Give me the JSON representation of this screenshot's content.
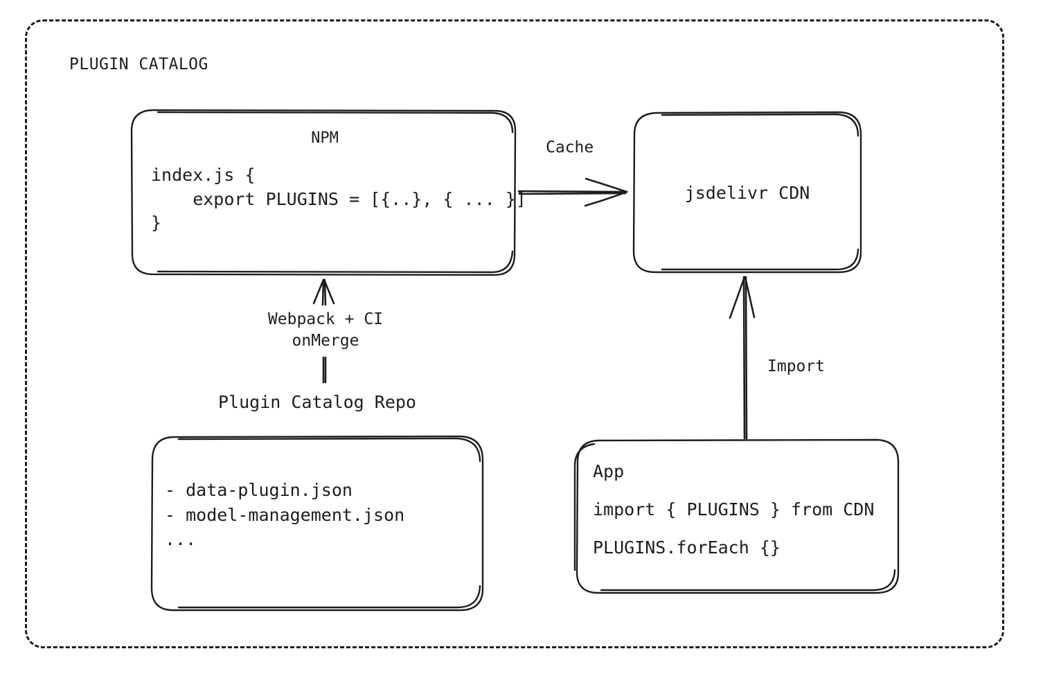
{
  "diagram": {
    "frame_title": "PLUGIN CATALOG",
    "background_color": "#ffffff",
    "stroke_color": "#1d1d1d",
    "text_color": "#1d1d1d"
  },
  "nodes": {
    "npm": {
      "title": "NPM",
      "code_lines": [
        "index.js {",
        "    export PLUGINS = [{..}, { ... }]",
        "}"
      ],
      "code_text": "index.js {\n    export PLUGINS = [{..}, { ... }]\n}"
    },
    "cdn": {
      "label": "jsdelivr CDN"
    },
    "repo": {
      "caption": "Plugin Catalog Repo",
      "items": [
        "- data-plugin.json",
        "- model-management.json",
        "..."
      ],
      "items_text": "- data-plugin.json\n- model-management.json\n..."
    },
    "app": {
      "title": "App",
      "line1": "import { PLUGINS } from CDN",
      "line2": "PLUGINS.forEach {}"
    }
  },
  "edges": {
    "cache": {
      "label": "Cache",
      "from": "npm",
      "to": "cdn",
      "direction": "right"
    },
    "webpack": {
      "label": "Webpack + CI\nonMerge",
      "from": "repo",
      "to": "npm",
      "direction": "up"
    },
    "import": {
      "label": "Import",
      "from": "app",
      "to": "cdn",
      "direction": "up"
    }
  }
}
